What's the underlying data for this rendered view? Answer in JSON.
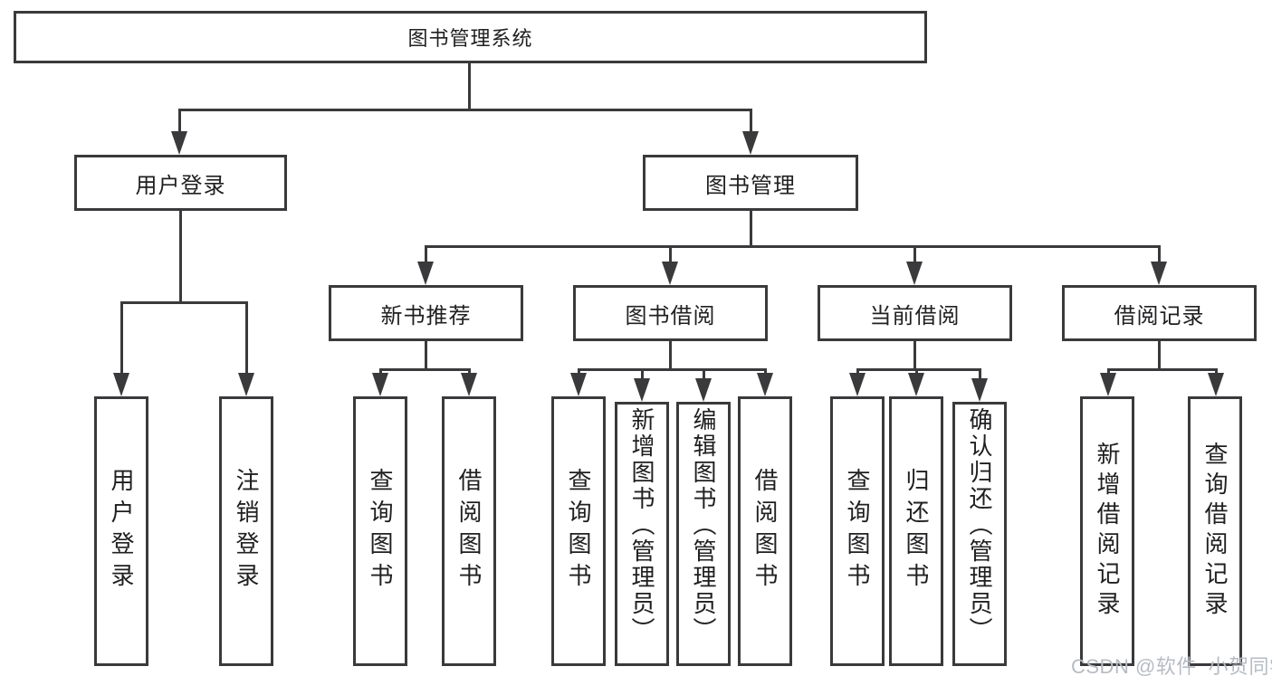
{
  "diagram": {
    "root": "图书管理系统",
    "level2": {
      "user_login": "用户登录",
      "book_management": "图书管理"
    },
    "level3": {
      "new_book_recommend": "新书推荐",
      "book_borrow": "图书借阅",
      "current_borrow": "当前借阅",
      "borrow_records": "借阅记录"
    },
    "leaves": {
      "user_login": [
        "用户登录",
        "注销登录"
      ],
      "new_book_recommend": [
        "查询图书",
        "借阅图书"
      ],
      "book_borrow": [
        "查询图书",
        "新增图书（管理员）",
        "编辑图书（管理员）",
        "借阅图书"
      ],
      "current_borrow": [
        "查询图书",
        "归还图书",
        "确认归还（管理员）"
      ],
      "borrow_records": [
        "新增借阅记录",
        "查询借阅记录"
      ]
    }
  },
  "watermark": "CSDN @软件_小贺同学",
  "colors": {
    "line": "#3a3a3c",
    "text": "#202022",
    "watermark": "#b6bcc3",
    "background": "#ffffff"
  }
}
